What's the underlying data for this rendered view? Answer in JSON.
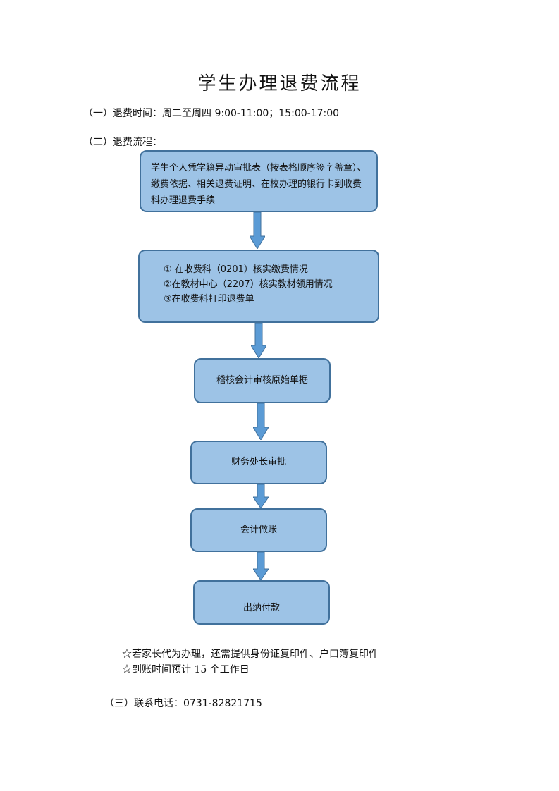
{
  "title": "学生办理退费流程",
  "sections": {
    "time": "（一）退费时间：周二至周四  9:00-11:00；15:00-17:00",
    "flow": "（二）退费流程：",
    "contact": "（三）联系电话：0731-82821715"
  },
  "steps": {
    "step1": "学生个人凭学籍异动审批表（按表格顺序签字盖章）、缴费依据、相关退费证明、在校办理的银行卡到收费科办理退费手续",
    "step2": [
      "① 在收费科（0201）核实缴费情况",
      "②在教材中心（2207）核实教材领用情况",
      "③在收费科打印退费单"
    ],
    "step3": "稽核会计审核原始单据",
    "step4": "财务处长审批",
    "step5": "会计做账",
    "step6": "出纳付款"
  },
  "notes": [
    "☆若家长代为办理，还需提供身份证复印件、户口簿复印件",
    "☆到账时间预计 15 个工作日"
  ],
  "colors": {
    "box_fill": "#9dc3e6",
    "box_border": "#41719c",
    "arrow_fill": "#5b9bd5"
  }
}
